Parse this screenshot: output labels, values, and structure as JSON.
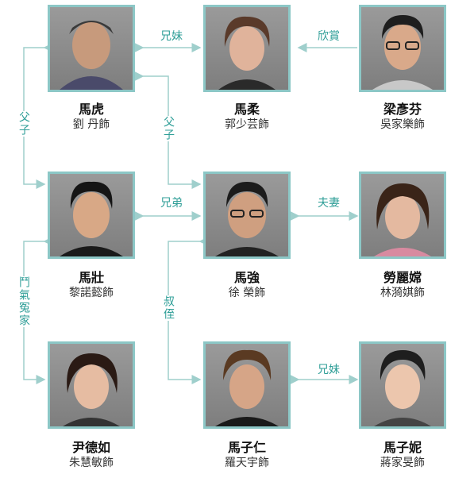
{
  "people": [
    {
      "id": "ma-fu",
      "name": "馬虎",
      "actor": "劉 丹飾"
    },
    {
      "id": "ma-yau",
      "name": "馬柔",
      "actor": "郭少芸飾"
    },
    {
      "id": "leung-yin-fan",
      "name": "梁彥芬",
      "actor": "吳家樂飾"
    },
    {
      "id": "ma-chong",
      "name": "馬壯",
      "actor": "黎諾懿飾"
    },
    {
      "id": "ma-keung",
      "name": "馬強",
      "actor": "徐 榮飾"
    },
    {
      "id": "lo-lai-sheung",
      "name": "勞麗嫦",
      "actor": "林漪娸飾"
    },
    {
      "id": "wan-tak-yu",
      "name": "尹德如",
      "actor": "朱慧敏飾"
    },
    {
      "id": "ma-tsz-yan",
      "name": "馬子仁",
      "actor": "羅天宇飾"
    },
    {
      "id": "ma-tsz-nei",
      "name": "馬子妮",
      "actor": "蔣家旻飾"
    }
  ],
  "relations": {
    "siblings_top": "兄妹",
    "admires": "欣賞",
    "father_son_left": "父子",
    "father_son_mid": "父子",
    "brothers": "兄弟",
    "spouses": "夫妻",
    "feud": "鬥氣冤家",
    "uncle_nephew": "叔侄",
    "siblings_bottom": "兄妹"
  },
  "colors": {
    "accent": "#2e9e97",
    "frame": "#8cc7c6",
    "line": "#9fcfcc"
  }
}
